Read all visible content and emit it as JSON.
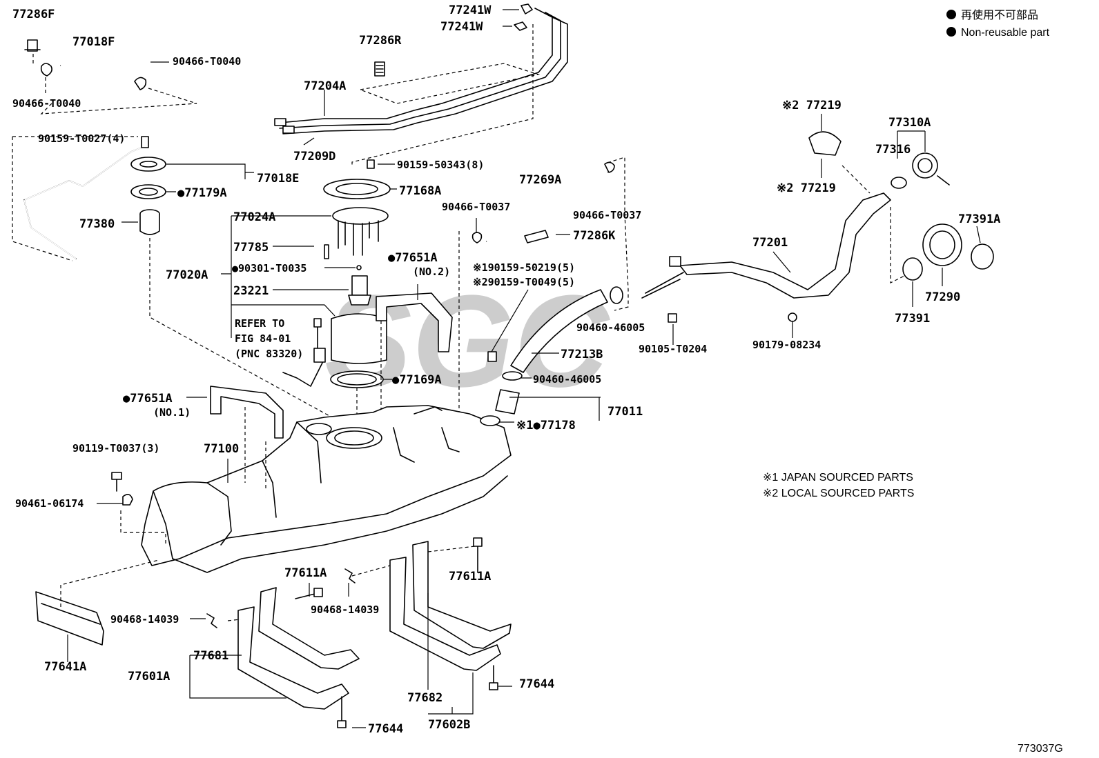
{
  "legend": {
    "non_reusable_jp": "再使用不可部品",
    "non_reusable_en": "Non-reusable part"
  },
  "notes": {
    "note1": "※1 JAPAN SOURCED PARTS",
    "note2": "※2 LOCAL SOURCED PARTS"
  },
  "figure_code": "773037G",
  "watermark": "SGC",
  "labels": {
    "l77286F": "77286F",
    "l77018F": "77018F",
    "l90466_T0040_a": "90466-T0040",
    "l90466_T0040_b": "90466-T0040",
    "l90159_T0027": "90159-T0027(4)",
    "l77018E": "77018E",
    "l77179A": "●77179A",
    "l77380": "77380",
    "l77241W_a": "77241W",
    "l77241W_b": "77241W",
    "l77286R": "77286R",
    "l77204A": "77204A",
    "l77209D": "77209D",
    "l90159_50343": "90159-50343(8)",
    "l77168A": "77168A",
    "l77024A": "77024A",
    "l77785": "77785",
    "l90301_T0035": "●90301-T0035",
    "l77020A": "77020A",
    "l23221": "23221",
    "l_refer1": "REFER TO",
    "l_refer2": "FIG 84-01",
    "l_refer3": "(PNC 83320)",
    "l77651A_2": "●77651A",
    "l_no2": "(NO.2)",
    "l77169A": "●77169A",
    "l77269A": "77269A",
    "l90466_T0037_a": "90466-T0037",
    "l90466_T0037_b": "90466-T0037",
    "l77286K": "77286K",
    "l190159": "※190159-50219(5)",
    "l290159": "※290159-T0049(5)",
    "l77213B": "77213B",
    "l90460_46005_a": "90460-46005",
    "l90460_46005_b": "90460-46005",
    "l77011": "77011",
    "l77178": "※1●77178",
    "l77201": "77201",
    "l90105_T0204": "90105-T0204",
    "l90179_08234": "90179-08234",
    "l77219_a": "※2 77219",
    "l77219_b": "※2 77219",
    "l77310A": "77310A",
    "l77316": "77316",
    "l77391A": "77391A",
    "l77290": "77290",
    "l77391": "77391",
    "l77651A_1": "●77651A",
    "l_no1": "(NO.1)",
    "l90119_T0037": "90119-T0037(3)",
    "l77100": "77100",
    "l90461_06174": "90461-06174",
    "l77641A": "77641A",
    "l77611A_a": "77611A",
    "l77611A_b": "77611A",
    "l90468_14039_a": "90468-14039",
    "l90468_14039_b": "90468-14039",
    "l77681": "77681",
    "l77601A": "77601A",
    "l77644_a": "77644",
    "l77644_b": "77644",
    "l77682": "77682",
    "l77602B": "77602B"
  }
}
